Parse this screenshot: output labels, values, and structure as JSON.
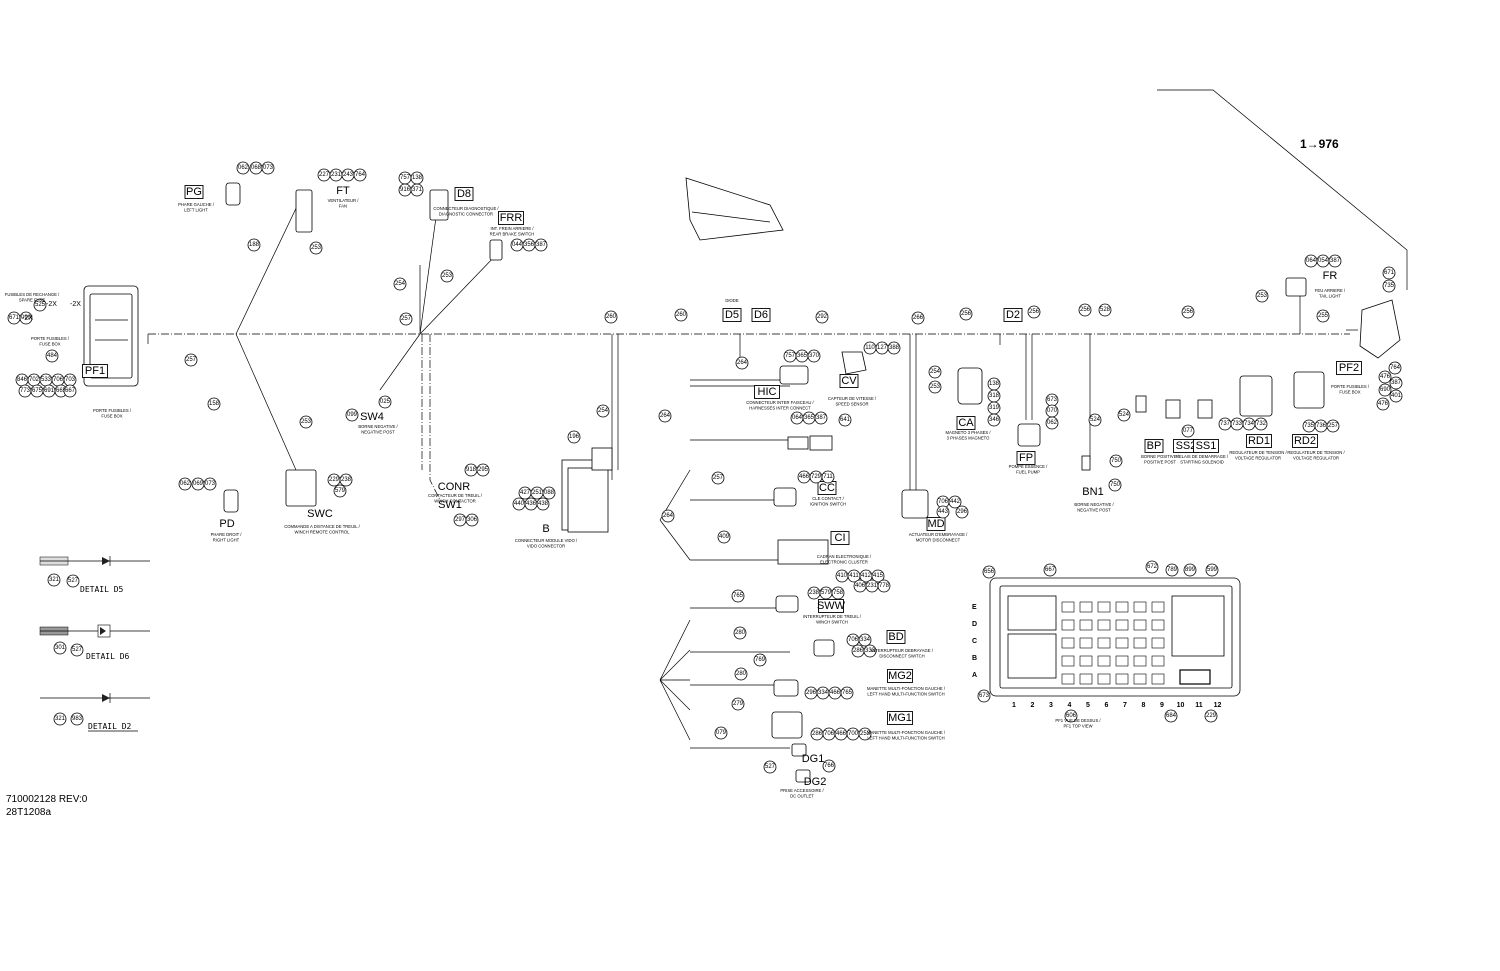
{
  "assembly": {
    "label": "1→976"
  },
  "footer": {
    "drawing_number": "710002128 REV:0",
    "sheet_code": "28T1208a"
  },
  "bubbles": [
    "062",
    "068",
    "073",
    "227",
    "231",
    "243",
    "764",
    "757",
    "138",
    "916",
    "371",
    "044",
    "356",
    "387",
    "188",
    "253",
    "254",
    "253",
    "257",
    "260",
    "260",
    "292",
    "266",
    "256",
    "256",
    "256",
    "528",
    "256",
    "255",
    "253",
    "064",
    "054",
    "387",
    "671",
    "735",
    "764",
    "476",
    "387",
    "690",
    "401",
    "476",
    "257",
    "158",
    "253",
    "025",
    "099",
    "229",
    "238",
    "579",
    "062",
    "069",
    "073",
    "918",
    "295",
    "297",
    "306",
    "196",
    "427",
    "251",
    "088",
    "440",
    "436",
    "438",
    "254",
    "264",
    "757",
    "365",
    "370",
    "110",
    "127",
    "388",
    "254",
    "253",
    "138",
    "318",
    "319",
    "346",
    "064",
    "365",
    "387",
    "641",
    "466",
    "729",
    "711",
    "706",
    "442",
    "443",
    "296",
    "673",
    "070",
    "062",
    "524",
    "750",
    "524",
    "750",
    "077",
    "737",
    "733",
    "734",
    "732",
    "735",
    "736",
    "257",
    "264",
    "257",
    "264",
    "409",
    "410",
    "411",
    "412",
    "415",
    "406",
    "231",
    "778",
    "656",
    "667",
    "672",
    "789",
    "899",
    "599",
    "673",
    "606",
    "684",
    "229",
    "238",
    "579",
    "758",
    "765",
    "280",
    "706",
    "334",
    "286",
    "333",
    "769",
    "280",
    "296",
    "334",
    "466",
    "765",
    "279",
    "286",
    "706",
    "466",
    "700",
    "253",
    "079",
    "766",
    "527",
    "321",
    "527",
    "301",
    "527",
    "321",
    "983",
    "484",
    "846",
    "702",
    "533",
    "706",
    "703",
    "773",
    "675",
    "691",
    "665",
    "667",
    "671",
    "099",
    "525"
  ],
  "tags_boxed": [
    "PG",
    "D8",
    "FRR",
    "D5",
    "D6",
    "D2",
    "HIC",
    "CV",
    "CC",
    "CI",
    "SWW",
    "BD",
    "MG2",
    "MG1",
    "MD",
    "CA",
    "FP",
    "BP",
    "SS2",
    "SS1",
    "RD1",
    "RD2",
    "PF2",
    "PF1"
  ],
  "tags_plain": [
    "FT",
    "PD",
    "SWC",
    "BN1",
    "B",
    "FR",
    "DG1",
    "DG2",
    "SW4",
    "SW1",
    "CONR"
  ],
  "descriptions": {
    "pg": "PHARE GAUCHE / LEFT LIGHT",
    "ft": "VENTILATEUR / FAN",
    "d8": "CONNECTEUR DIAGNOSTIQUE / DIAGNOSTIC CONNECTOR",
    "frr": "INT. FREIN ARRIERE / REAR BRAKE SWITCH",
    "pf1_top": "FUSIBLES DE RECHANGE / SPARE FUSE",
    "pf1_mid": "PORTE FUSIBLES / FUSE BOX",
    "pf1_bottom": "PORTE FUSIBLES / FUSE BOX",
    "diode": "DIODE",
    "hic": "CONNECTEUR INTER FAISCEAU / HARNESSES INTER CONNECT",
    "cv": "CAPTEUR DE VITESSE / SPEED SENSOR",
    "cc": "CLE CONTACT / IGNITION SWITCH",
    "ci": "CADRAN ELECTRONIQUE / ELECTRONIC CLUSTER",
    "sww": "INTERRUPTEUR DE TREUIL / WINCH SWITCH",
    "bd": "INTERRUPTEUR DEBRAYAGE / DISCONNECT SWITCH",
    "mg2": "MANETTE MULTI-FONCTION GAUCHE / LEFT HAND MULTI-FUNCTION SWITCH",
    "mg1": "MANETTE MULTI-FONCTION GAUCHE / LEFT HAND MULTI-FUNCTION SWITCH",
    "prise": "PRISE ACCESSOIRE / DC OUTLET",
    "md": "ACTUATEUR D'EMBRAYAGE / MOTOR DISCONNECT",
    "ca": "MAGNETO 3 PHASES / 3 PHASES MAGNETO",
    "fp": "POMPE ESSENCE / FUEL PUMP",
    "bp": "BORNE POSITIVE / POSITIVE POST",
    "ss": "RELAIS DE DEMARRAGE / STARTING SOLENOID",
    "bn1": "BORNE NEGATIVE / NEGATIVE POST",
    "rd1": "REGULATEUR DE TENSION / VOLTAGE REGULATOR",
    "rd2": "REGULATEUR DE TENSION / VOLTAGE REGULATOR",
    "fr": "FEU ARRIERE / TAIL LIGHT",
    "pf2": "PORTE FUSIBLES / FUSE BOX",
    "pd": "PHARE DROIT / RIGHT LIGHT",
    "swc": "COMMANDE A DISTANCE DE TREUIL / WINCH REMOTE CONTROL",
    "b": "CONNECTEUR MODULE VIDO / VIDO CONNECTOR",
    "sw4": "BORNE NEGATIVE / NEGATIVE POST",
    "sw1": "CONTACTEUR DE TREUIL / WINCH CONTACTOR",
    "pf1_view": "PF1 VUE DE DESSUS / PF1 TOP VIEW"
  },
  "multipliers": {
    "a": "-2X",
    "b": "-2X",
    "c": "-2X"
  },
  "fusebox": {
    "rows": [
      "E",
      "D",
      "C",
      "B",
      "A"
    ],
    "columns": [
      "1",
      "2",
      "3",
      "4",
      "5",
      "6",
      "7",
      "8",
      "9",
      "10",
      "11",
      "12"
    ]
  },
  "details": [
    {
      "title": "DETAIL D5"
    },
    {
      "title": "DETAIL D6"
    },
    {
      "title": "DETAIL D2"
    }
  ]
}
